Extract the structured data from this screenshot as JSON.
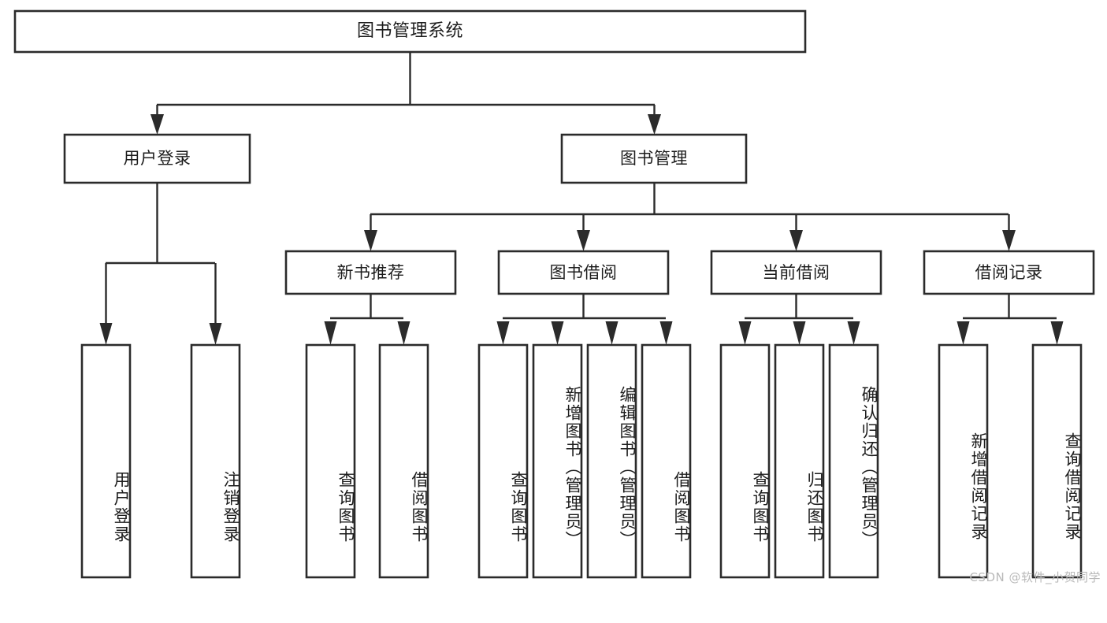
{
  "diagram": {
    "title": "图书管理系统",
    "type": "tree-hierarchy-diagram",
    "colors": {
      "box_stroke": "#2b2b2b",
      "box_fill": "#ffffff",
      "text": "#1c1c1c",
      "background": "#ffffff",
      "watermark": "#b9b9b9"
    },
    "root": {
      "label": "图书管理系统"
    },
    "level2": [
      {
        "label": "用户登录"
      },
      {
        "label": "图书管理"
      }
    ],
    "level3": [
      {
        "label": "新书推荐"
      },
      {
        "label": "图书借阅"
      },
      {
        "label": "当前借阅"
      },
      {
        "label": "借阅记录"
      }
    ],
    "leaves": {
      "user_login": [
        {
          "label": "用户登录"
        },
        {
          "label": "注销登录"
        }
      ],
      "new_book_recommend": [
        {
          "label": "查询图书"
        },
        {
          "label": "借阅图书"
        }
      ],
      "book_borrow": [
        {
          "label": "查询图书"
        },
        {
          "label": "新增图书（管理员）"
        },
        {
          "label": "编辑图书（管理员）"
        },
        {
          "label": "借阅图书"
        }
      ],
      "current_borrow": [
        {
          "label": "查询图书"
        },
        {
          "label": "归还图书"
        },
        {
          "label": "确认归还（管理员）"
        }
      ],
      "borrow_record": [
        {
          "label": "新增借阅记录"
        },
        {
          "label": "查询借阅记录"
        }
      ]
    },
    "watermark": "CSDN @软件_小贺同学"
  }
}
